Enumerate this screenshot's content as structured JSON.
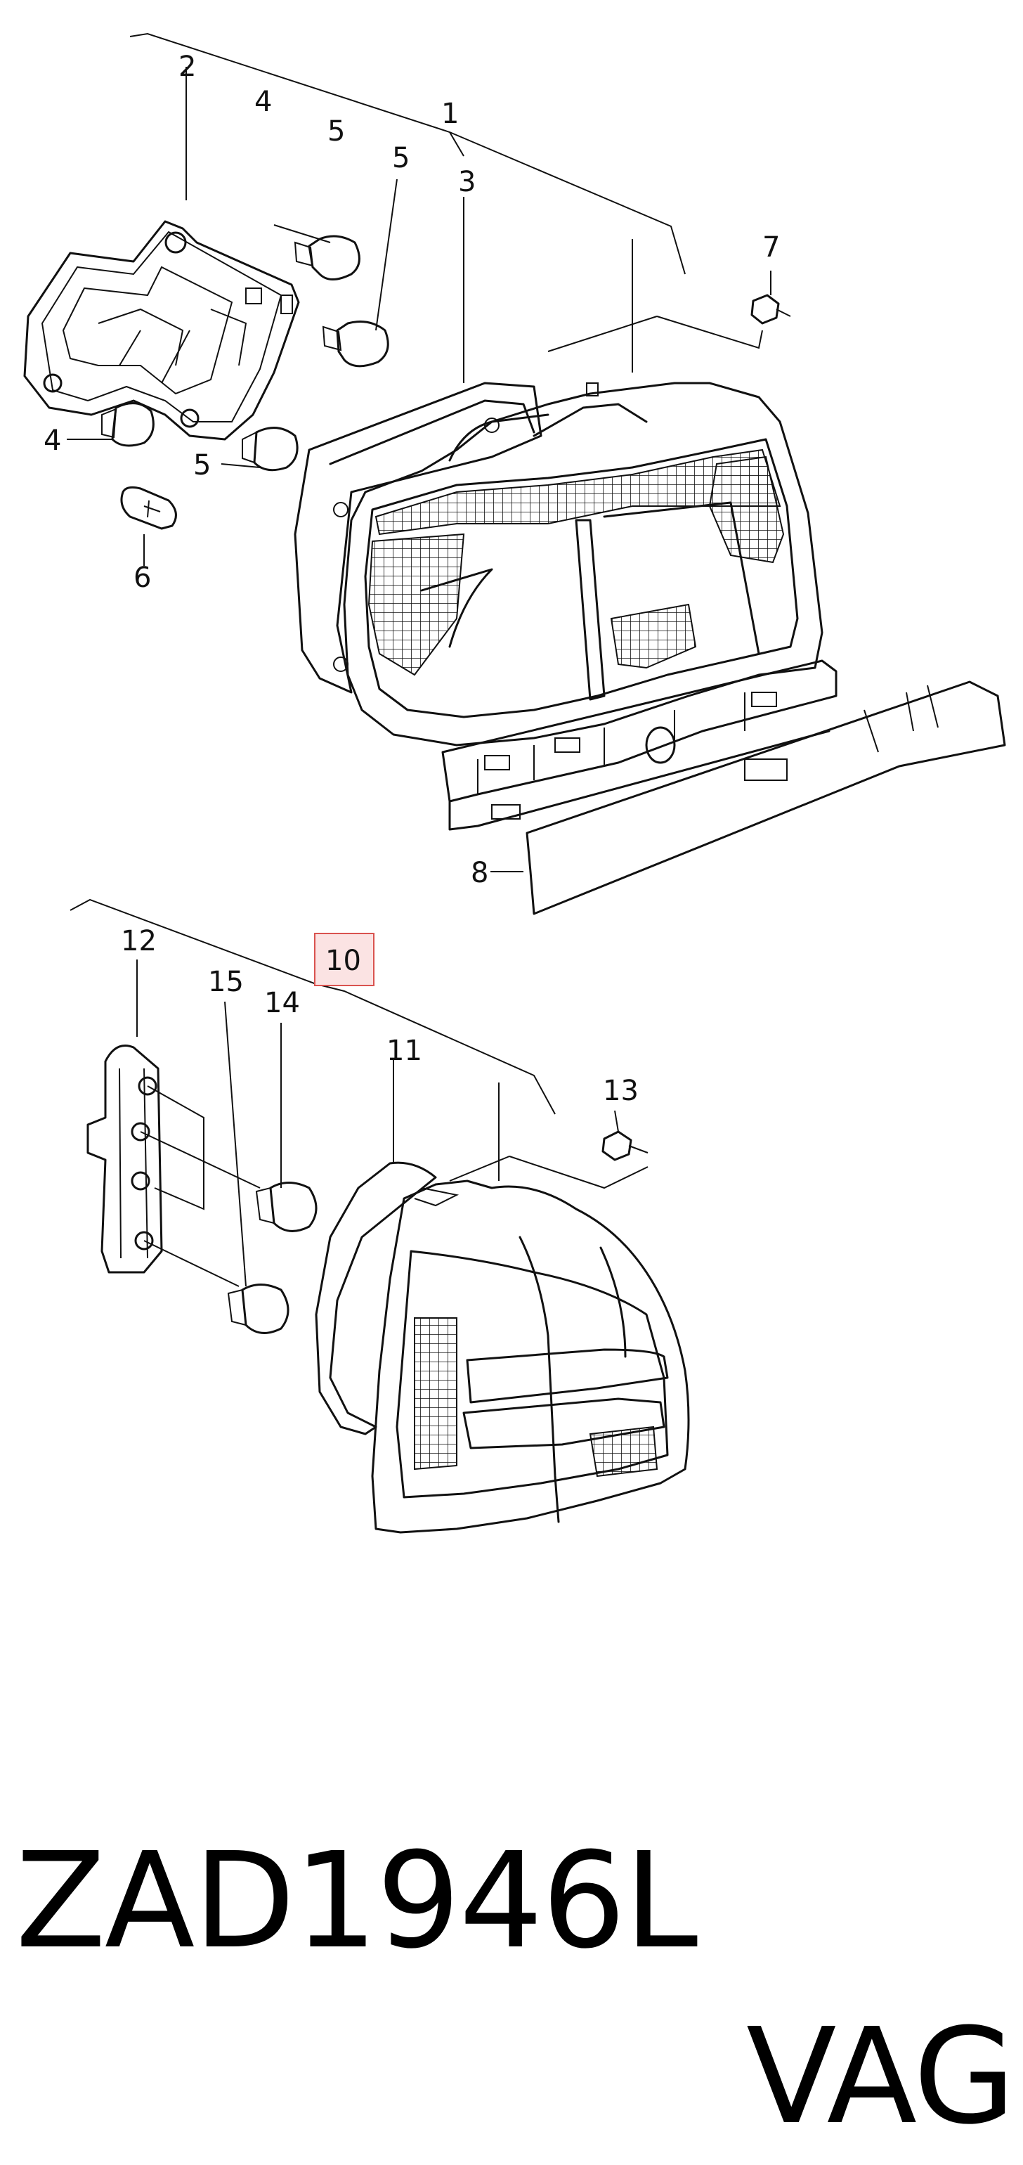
{
  "diagram": {
    "upper_assembly": {
      "callouts": [
        "2",
        "4",
        "5",
        "5",
        "1",
        "3",
        "7",
        "4",
        "5",
        "6",
        "8"
      ]
    },
    "lower_assembly": {
      "callouts": [
        "12",
        "15",
        "14",
        "10",
        "11",
        "13"
      ],
      "highlighted_callout": "10"
    },
    "colors": {
      "line": "#111111",
      "highlight_border": "#d9534f",
      "highlight_fill": "#fbe3e3"
    }
  },
  "caption": {
    "part_number": "ZAD1946L",
    "brand": "VAG"
  }
}
